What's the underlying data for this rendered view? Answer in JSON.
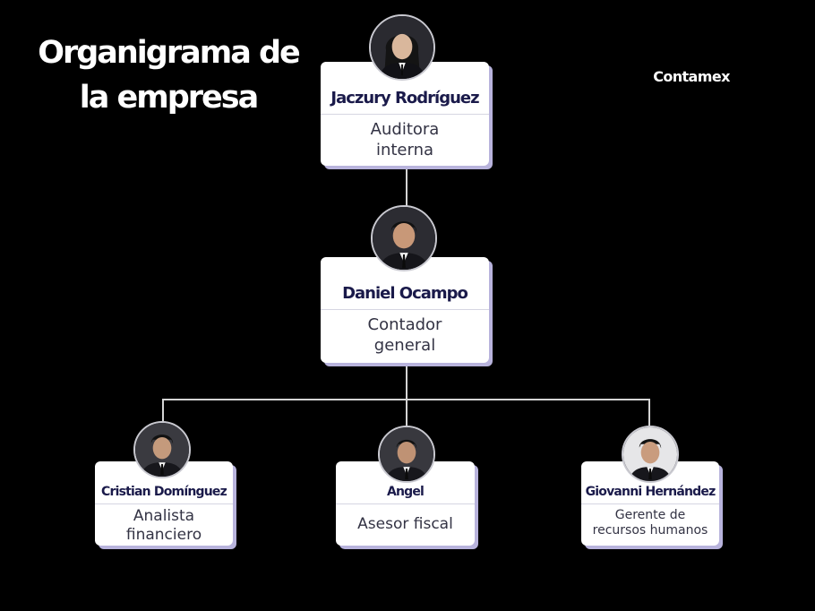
{
  "title": "Organigrama de la empresa",
  "brand": "Contamex",
  "colors": {
    "background": "#000000",
    "card": "#ffffff",
    "card_shadow": "#b8b3dc",
    "name_text": "#1a1a4a",
    "connector": "#d4d4d4"
  },
  "nodes": {
    "auditor": {
      "name": "Jaczury Rodríguez",
      "role_line1": "Auditora",
      "role_line2": "interna",
      "avatar": "person-photo-female"
    },
    "contador": {
      "name": "Daniel Ocampo",
      "role_line1": "Contador",
      "role_line2": "general",
      "avatar": "person-photo-male"
    },
    "analista": {
      "name": "Cristian Domínguez",
      "role_line1": "Analista",
      "role_line2": "financiero",
      "avatar": "person-photo-male"
    },
    "asesor": {
      "name": "Angel",
      "role_line1": "Asesor fiscal",
      "avatar": "person-photo-male"
    },
    "gerente": {
      "name": "Giovanni Hernández",
      "role_line1": "Gerente de",
      "role_line2": "recursos humanos",
      "avatar": "person-photo-male"
    }
  }
}
